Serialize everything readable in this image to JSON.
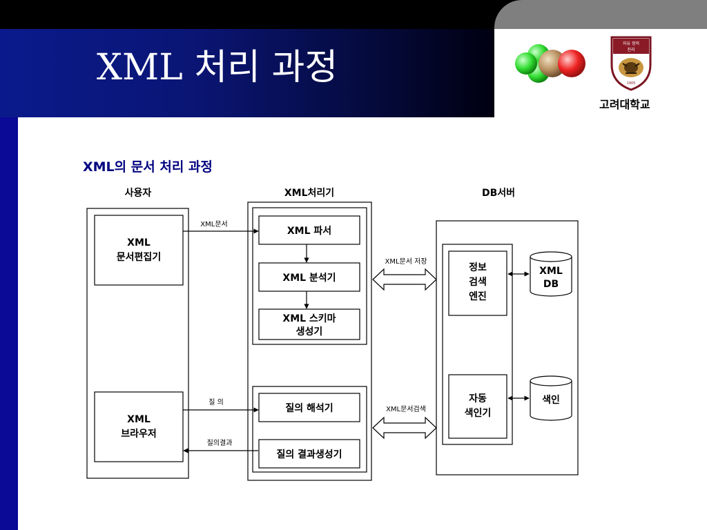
{
  "slide": {
    "title": "XML 처리 과정",
    "university": "고려대학교",
    "crest_text": "자유 정의 진리"
  },
  "diagram": {
    "heading": "XML의 문서 처리 과정",
    "columns": {
      "user": "사용자",
      "processor": "XML처리기",
      "db_server": "DB서버"
    },
    "user_boxes": {
      "editor_line1": "XML",
      "editor_line2": "문서편집기",
      "browser_line1": "XML",
      "browser_line2": "브라우저"
    },
    "processor_boxes": {
      "parser": "XML 파서",
      "analyzer": "XML 분석기",
      "schema_line1": "XML 스키마",
      "schema_line2": "생성기",
      "query_interpreter": "질의 해석기",
      "result_generator": "질의 결과생성기"
    },
    "db_boxes": {
      "search_engine_line1": "정보",
      "search_engine_line2": "검색",
      "search_engine_line3": "엔진",
      "indexer_line1": "자동",
      "indexer_line2": "색인기",
      "xml_db_line1": "XML",
      "xml_db_line2": "DB",
      "index_store": "색인"
    },
    "arrow_labels": {
      "xml_document": "XML문서",
      "xml_store": "XML문서 저장",
      "query": "질 의",
      "query_result": "질의결과",
      "xml_search": "XML문서검색"
    }
  }
}
